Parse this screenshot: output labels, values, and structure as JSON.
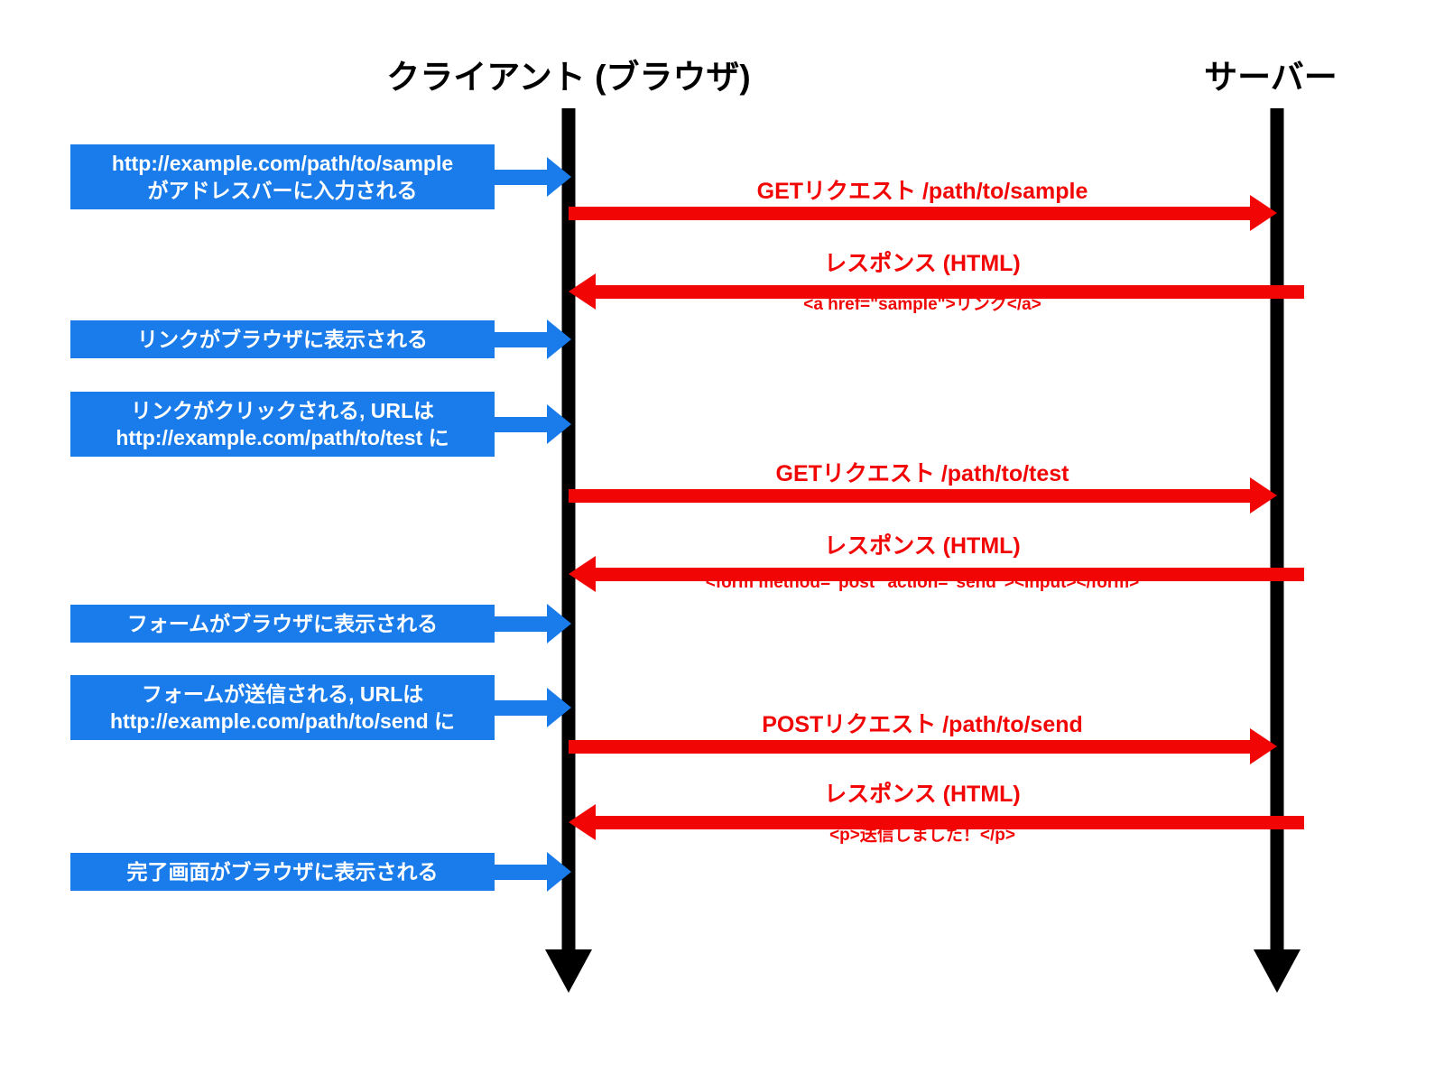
{
  "diagram": {
    "title_client": "クライアント (ブラウザ)",
    "title_server": "サーバー",
    "colors": {
      "client_step": "#1a7ceb",
      "message": "#f20505",
      "lifeline": "#000000",
      "background": "#ffffff"
    }
  },
  "steps": [
    {
      "id": "step-url-entered",
      "lines": [
        "http://example.com/path/to/sample",
        "がアドレスバーに入力される"
      ]
    },
    {
      "id": "step-link-displayed",
      "lines": [
        "リンクがブラウザに表示される"
      ]
    },
    {
      "id": "step-link-clicked",
      "lines": [
        "リンクがクリックされる, URLは",
        "http://example.com/path/to/test に"
      ]
    },
    {
      "id": "step-form-displayed",
      "lines": [
        "フォームがブラウザに表示される"
      ]
    },
    {
      "id": "step-form-submitted",
      "lines": [
        "フォームが送信される, URLは",
        "http://example.com/path/to/send に"
      ]
    },
    {
      "id": "step-complete-displayed",
      "lines": [
        "完了画面がブラウザに表示される"
      ]
    }
  ],
  "messages": [
    {
      "id": "msg-get-sample",
      "direction": "to-server",
      "label": "GETリクエスト /path/to/sample",
      "sub": ""
    },
    {
      "id": "msg-response-sample",
      "direction": "to-client",
      "label": "レスポンス (HTML)",
      "sub": "<a href=\"sample\">リンク</a>"
    },
    {
      "id": "msg-get-test",
      "direction": "to-server",
      "label": "GETリクエスト /path/to/test",
      "sub": ""
    },
    {
      "id": "msg-response-test",
      "direction": "to-client",
      "label": "レスポンス (HTML)",
      "sub": "<form method=\"post\" action=\"send\"><input></form>"
    },
    {
      "id": "msg-post-send",
      "direction": "to-server",
      "label": "POSTリクエスト /path/to/send",
      "sub": ""
    },
    {
      "id": "msg-response-send",
      "direction": "to-client",
      "label": "レスポンス (HTML)",
      "sub": "<p>送信しました！</p>"
    }
  ]
}
